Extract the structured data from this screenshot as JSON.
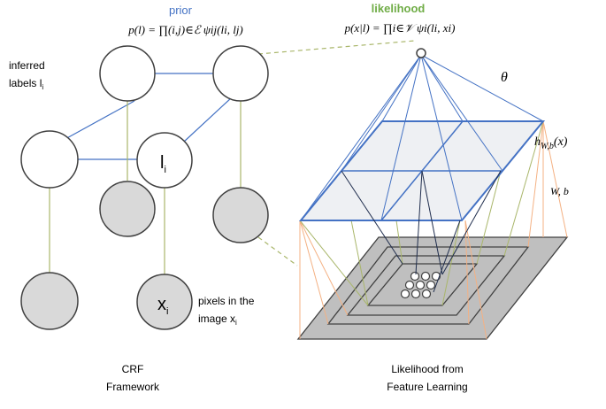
{
  "colors": {
    "prior": "#4472c4",
    "likelihood": "#70ad47",
    "blue_edge": "#4472c4",
    "green_edge": "#a9b66a",
    "orange_edge": "#f4b183",
    "node_fill_gray": "#d9d9d9",
    "plane_fill": "#eef0f3",
    "base_fill": "#bfbfbf",
    "stroke": "#404040"
  },
  "header": {
    "prior_label": "prior",
    "prior_formula": "p(l) = ∏(i,j)∈ℰ ψij(li, lj)",
    "likelihood_label": "likelihood",
    "likelihood_formula": "p(x|l) = ∏i∈𝒱 ψi(li, xi)"
  },
  "crf": {
    "inferred_labels_line1": "inferred",
    "inferred_labels_line2": "labels l",
    "inferred_labels_sub": "i",
    "label_node_text": "l",
    "label_node_sub": "i",
    "pixel_node_text": "x",
    "pixel_node_sub": "i",
    "pixels_line1": "pixels in the",
    "pixels_line2": "image x",
    "pixels_sub": "i",
    "caption_line1": "CRF",
    "caption_line2": "Framework"
  },
  "feature": {
    "theta": "θ",
    "h_label": "h",
    "h_sub": "W,b",
    "h_arg": "(x)",
    "wb_label": "W, b",
    "caption_line1": "Likelihood from",
    "caption_line2": "Feature Learning"
  }
}
